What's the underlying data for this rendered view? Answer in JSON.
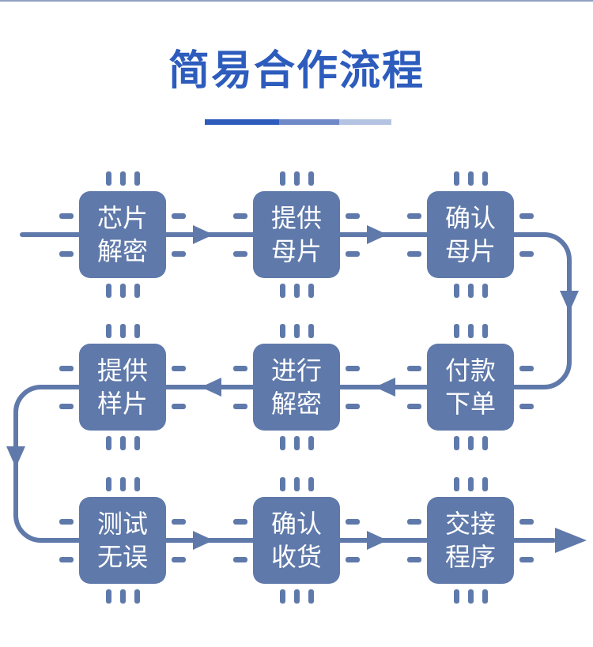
{
  "title": "简易合作流程",
  "colors": {
    "title": "#2d5cbd",
    "chip": "#5f79aa",
    "arrow": "#5f79aa",
    "bar_dark": "#2d5cbd",
    "bar_mid": "#6e89c6",
    "bar_light": "#b5c3e2"
  },
  "steps": [
    {
      "line1": "芯片",
      "line2": "解密"
    },
    {
      "line1": "提供",
      "line2": "母片"
    },
    {
      "line1": "确认",
      "line2": "母片"
    },
    {
      "line1": "提供",
      "line2": "样片"
    },
    {
      "line1": "进行",
      "line2": "解密"
    },
    {
      "line1": "付款",
      "line2": "下单"
    },
    {
      "line1": "测试",
      "line2": "无误"
    },
    {
      "line1": "确认",
      "line2": "收货"
    },
    {
      "line1": "交接",
      "line2": "程序"
    }
  ]
}
